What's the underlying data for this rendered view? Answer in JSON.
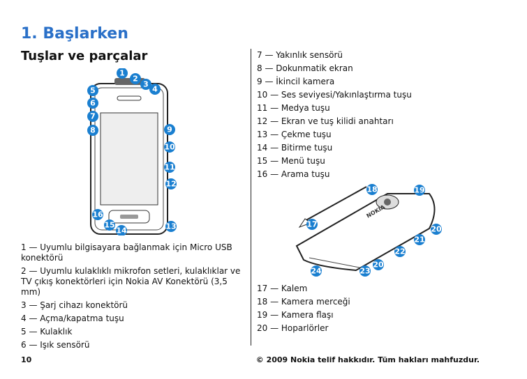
{
  "heading": "1.  Başlarken",
  "subheading": "Tuşlar ve parçalar",
  "left_list": [
    "1 — Uyumlu bilgisayara bağlanmak için Micro USB konektörü",
    "2 — Uyumlu kulaklıklı mikrofon setleri, kulaklıklar ve TV çıkış konektörleri için Nokia AV Konektörü (3,5 mm)",
    "3 — Şarj cihazı konektörü",
    "4 — Açma/kapatma tuşu",
    "5 — Kulaklık",
    "6 — Işık sensörü"
  ],
  "right_list_top": [
    "7 — Yakınlık sensörü",
    "8 — Dokunmatik ekran",
    "9 — İkincil kamera",
    "10 — Ses seviyesi/Yakınlaştırma tuşu",
    "11 — Medya tuşu",
    "12 — Ekran ve tuş kilidi anahtarı",
    "13 — Çekme tuşu",
    "14 — Bitirme tuşu",
    "15 — Menü tuşu",
    "16 — Arama tuşu"
  ],
  "right_list_bottom": [
    "17 — Kalem",
    "18 — Kamera merceği",
    "19 — Kamera flaşı",
    "20 — Hoparlörler"
  ],
  "front_callouts": [
    "1",
    "2",
    "3",
    "4",
    "5",
    "6",
    "7",
    "8",
    "9",
    "10",
    "11",
    "12",
    "13",
    "14",
    "15",
    "16"
  ],
  "back_callouts": [
    "17",
    "18",
    "19",
    "20",
    "20",
    "21",
    "22",
    "23",
    "24"
  ],
  "back_logo": "NOKIA",
  "footer": {
    "page_number": "10",
    "copyright": "© 2009 Nokia telif hakkıdır. Tüm hakları mahfuzdur."
  },
  "colors": {
    "heading": "#2a70c8",
    "callout": "#1a7fd0"
  }
}
